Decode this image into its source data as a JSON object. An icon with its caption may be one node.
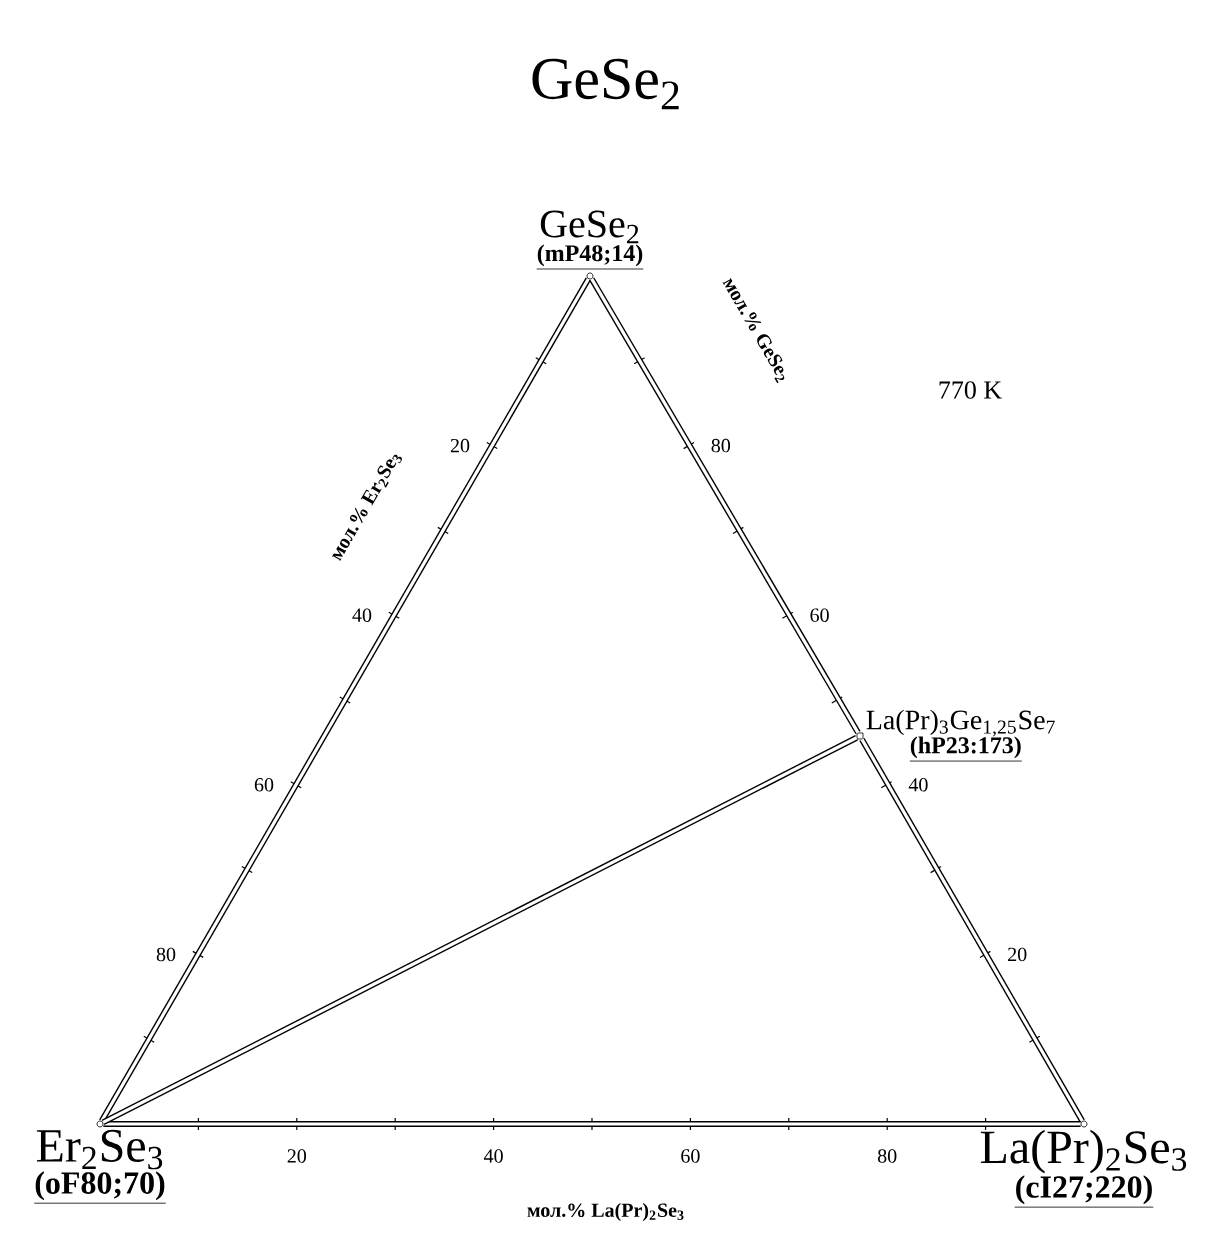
{
  "diagram": {
    "title": "GeSe$_{2}$",
    "nodes": [
      {
        "text": [
          "GeSe$_{2}$",
          "(mP48;14)"
        ]
      },
      {
        "text": [
          "Er$_{2}$Se$_{3}$",
          "(oF80;70)"
        ]
      },
      {
        "text": [
          "La(Pr)$_{2}$Se$_{3}$",
          "(cI27;220)"
        ]
      },
      {
        "text": [
          "La(Pr)$_{3}$Ge$_{1,25}$Se$_{7}$",
          "(hP23:173)"
        ]
      }
    ],
    "edges": [
      {
        "from": 0,
        "to": 1,
        "arrow": "none"
      },
      {
        "from": 0,
        "to": 3,
        "arrow": "none"
      },
      {
        "from": 3,
        "to": 2,
        "arrow": "none"
      },
      {
        "from": 1,
        "to": 2,
        "arrow": "none"
      },
      {
        "from": 1,
        "to": 3,
        "arrow": "none"
      }
    ],
    "labels": [
      "770 K",
      "мол.% Er$_{2}$Se$_{3}$",
      "мол.% GeSe$_{2}$",
      "20",
      "80",
      "40",
      "60",
      "60",
      "40",
      "80",
      "20",
      "20",
      "40",
      "60",
      "80",
      "мол.% La(Pr)$_{2}$Se$_{3}$"
    ]
  }
}
